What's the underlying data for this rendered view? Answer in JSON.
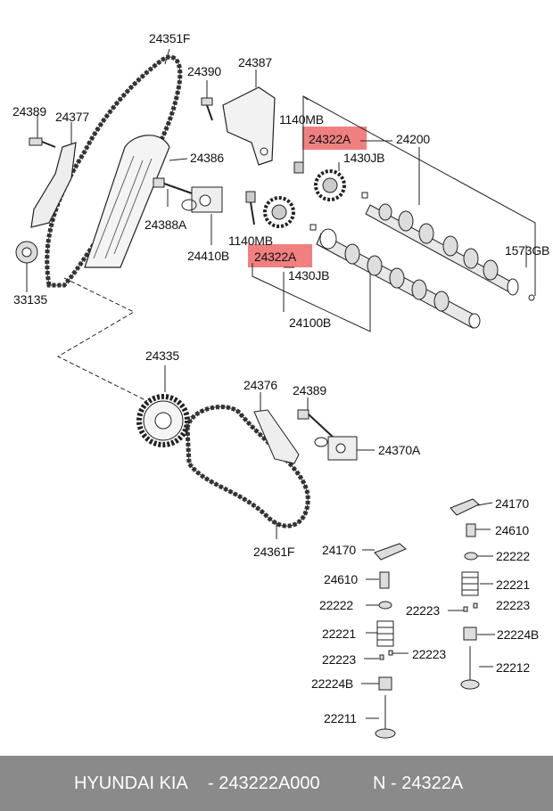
{
  "highlight_color": "#f08080",
  "labels": {
    "l24351F": "24351F",
    "l24390": "24390",
    "l24387": "24387",
    "l24389a": "24389",
    "l24377": "24377",
    "l1140MB_top": "1140MB",
    "l24322A_top": "24322A",
    "l24200": "24200",
    "l1430JB_top": "1430JB",
    "l24386": "24386",
    "l24388A": "24388A",
    "l1140MB_mid": "1140MB",
    "l1573GB": "1573GB",
    "l24410B": "24410B",
    "l24322A_mid": "24322A",
    "l33135": "33135",
    "l1430JB_mid": "1430JB",
    "l24100B": "24100B",
    "l24335": "24335",
    "l24376": "24376",
    "l24389b": "24389",
    "l24370A": "24370A",
    "l24361F": "24361F",
    "l24170a": "24170",
    "l24610a": "24610",
    "l22222a": "22222",
    "l22221a": "22221",
    "l22223a": "22223",
    "l22224Ba": "22224B",
    "l22212": "22212",
    "l24170b": "24170",
    "l24610b": "24610",
    "l22222b": "22222",
    "l22223mid": "22223",
    "l22221b": "22221",
    "l22223b": "22223",
    "l22223c": "22223",
    "l22224Bb": "22224B",
    "l22211": "22211"
  },
  "footer": {
    "brand": "HYUNDAI  KIA",
    "part_number": "- 243222A000",
    "ref": "N - 24322A"
  }
}
